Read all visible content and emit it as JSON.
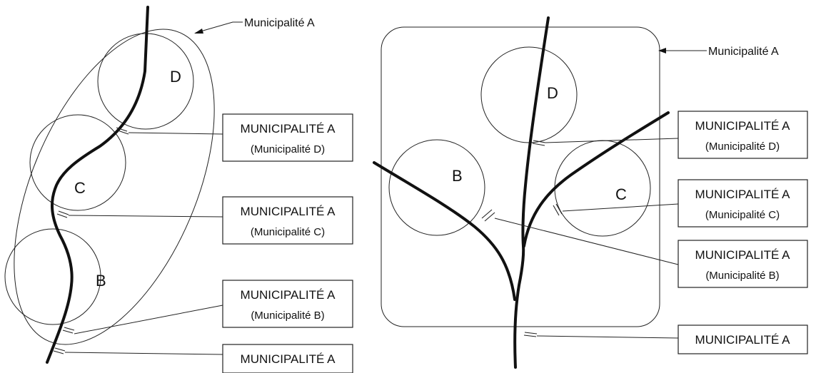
{
  "left_diagram": {
    "region_label": "Municipalité A",
    "circles": {
      "d": "D",
      "c": "C",
      "b": "B"
    },
    "callouts": [
      {
        "line1": "MUNICIPALITÉ A",
        "line2": "(Municipalité D)"
      },
      {
        "line1": "MUNICIPALITÉ A",
        "line2": "(Municipalité C)"
      },
      {
        "line1": "MUNICIPALITÉ A",
        "line2": "(Municipalité B)"
      },
      {
        "line1": "MUNICIPALITÉ A",
        "line2": ""
      }
    ]
  },
  "right_diagram": {
    "region_label": "Municipalité A",
    "circles": {
      "d": "D",
      "b": "B",
      "c": "C"
    },
    "callouts": [
      {
        "line1": "MUNICIPALITÉ A",
        "line2": "(Municipalité D)"
      },
      {
        "line1": "MUNICIPALITÉ A",
        "line2": "(Municipalité C)"
      },
      {
        "line1": "MUNICIPALITÉ A",
        "line2": "(Municipalité B)"
      },
      {
        "line1": "MUNICIPALITÉ A",
        "line2": ""
      }
    ]
  },
  "colors": {
    "ink": "#111111",
    "background": "#ffffff"
  }
}
